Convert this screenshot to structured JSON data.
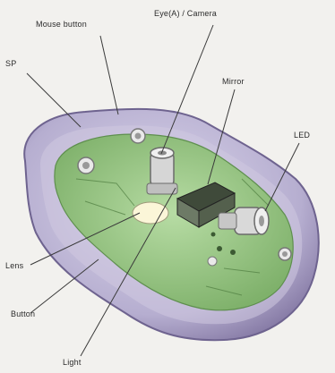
{
  "diagram": {
    "labels": {
      "mouse_button": "Mouse button",
      "top_label": "Eye(A) / Camera",
      "sp": "SP",
      "mirror": "Mirror",
      "led": "LED",
      "lens": "Lens",
      "button": "Button",
      "light": "Light"
    },
    "colors": {
      "background": "#f2f1ee",
      "shell": "#b9b2d0",
      "shell_edge": "#7a6f9a",
      "board": "#9dc98a",
      "board_dark": "#5e8f4e",
      "metal": "#d8d8d8",
      "leader": "#3a3a3a"
    }
  }
}
